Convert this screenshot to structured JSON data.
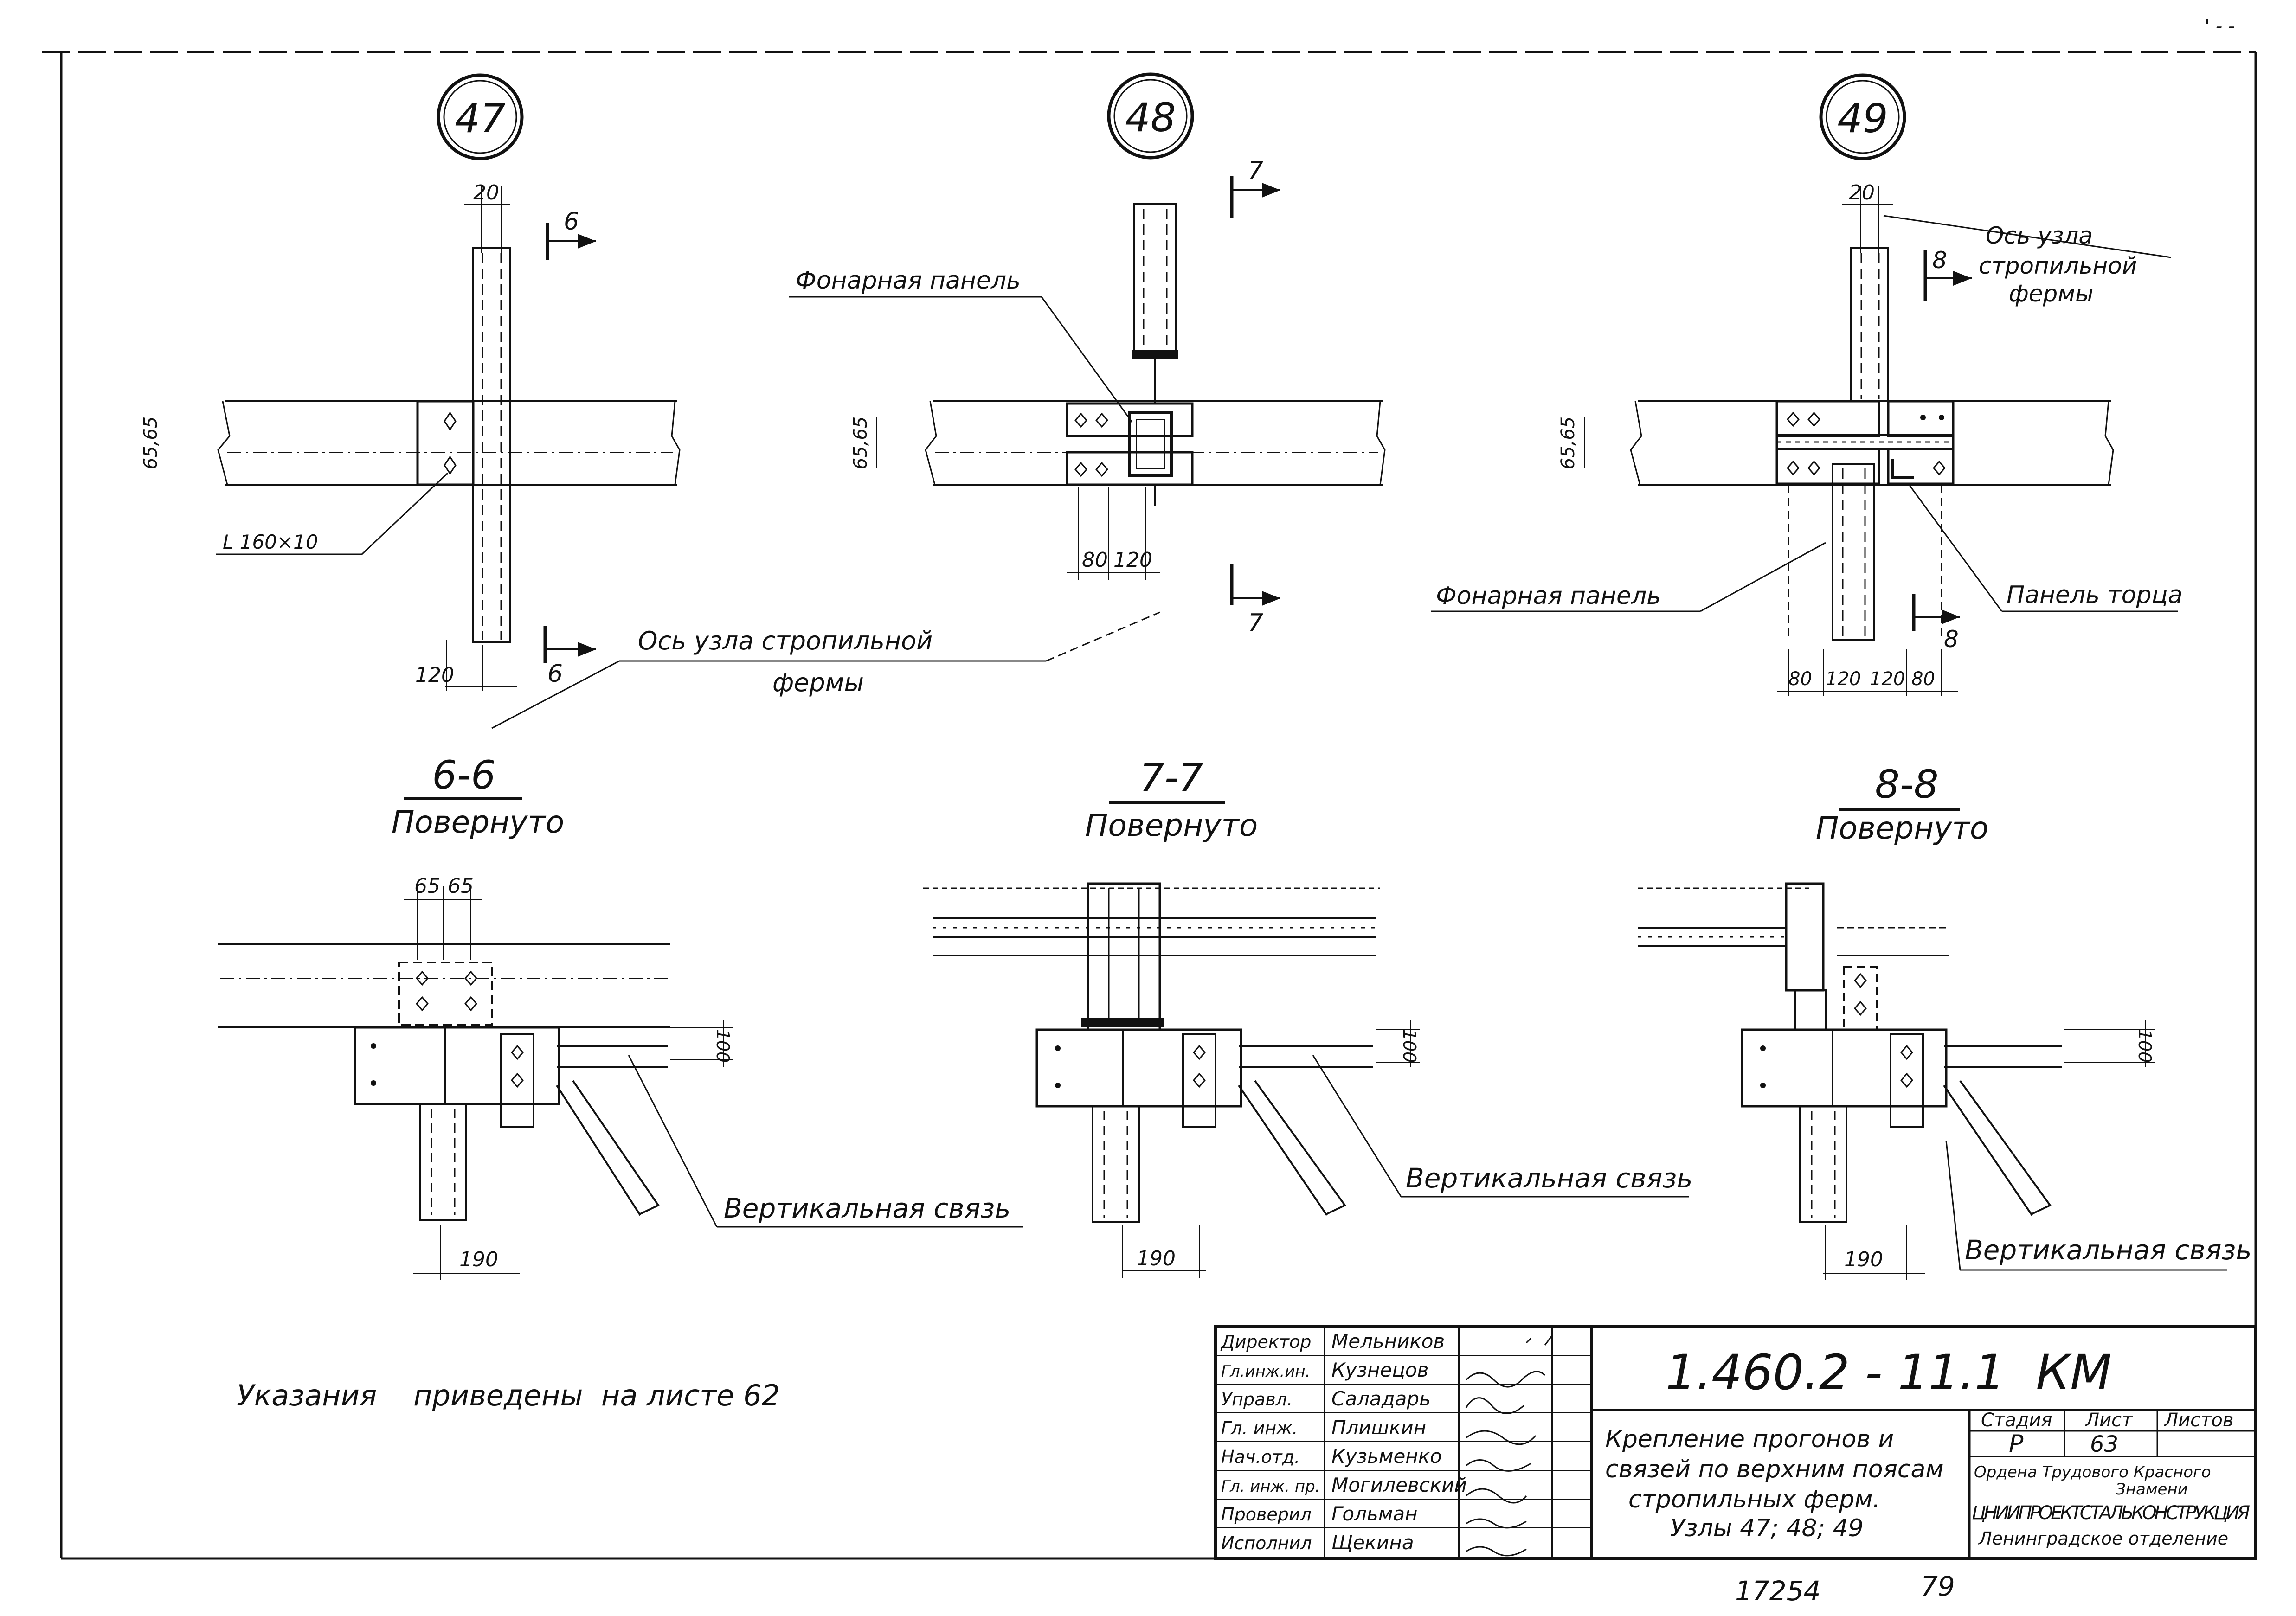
{
  "nodes": [
    {
      "id": "node-47",
      "label": "47",
      "dims": {
        "top": "20",
        "bottom": "120",
        "side": "65,65"
      },
      "angle_label": "L 160×10",
      "section_marks": [
        "6",
        "6"
      ],
      "axis_note": [
        "Ось  узла  стропильной",
        "фермы"
      ]
    },
    {
      "id": "node-48",
      "label": "48",
      "dims": {
        "side": "65,65",
        "bottom_a": "80",
        "bottom_b": "120"
      },
      "panel_label": "Фонарная  панель",
      "section_marks": [
        "7",
        "7"
      ]
    },
    {
      "id": "node-49",
      "label": "49",
      "dims": {
        "top": "20",
        "side": "65,65",
        "bottom": [
          "80",
          "120",
          "120",
          "80"
        ]
      },
      "axis_note": [
        "Ось узла",
        "стропильной",
        "фермы"
      ],
      "panel_label": "Фонарная  панель",
      "end_panel_label": "Панель  торца",
      "section_marks": [
        "8",
        "8"
      ]
    }
  ],
  "sections": [
    {
      "id": "6-6",
      "title": "6-6",
      "subtitle": "Повернуто",
      "dims": {
        "top_a": "65",
        "top_b": "65",
        "side": "100",
        "bottom": "190"
      },
      "brace_label": "Вертикальная  связь"
    },
    {
      "id": "7-7",
      "title": "7-7",
      "subtitle": "Повернуто",
      "dims": {
        "side": "100",
        "bottom": "190"
      },
      "brace_label": "Вертикальная  связь"
    },
    {
      "id": "8-8",
      "title": "8-8",
      "subtitle": "Повернуто",
      "dims": {
        "side": "100",
        "bottom": "190"
      },
      "brace_label": "Вертикальная  связь"
    }
  ],
  "note": "Указания    приведены  на листе 62",
  "title_block": {
    "staff": [
      {
        "role": "Директор",
        "name": "Мельников"
      },
      {
        "role": "Гл.инж.ин.",
        "name": "Кузнецов"
      },
      {
        "role": "Управл.",
        "name": "Саладарь"
      },
      {
        "role": "Гл. инж.",
        "name": "Плишкин"
      },
      {
        "role": "Нач.отд.",
        "name": "Кузьменко"
      },
      {
        "role": "Гл. инж. пр.",
        "name": "Могилевский"
      },
      {
        "role": "Проверил",
        "name": "Гольман"
      },
      {
        "role": "Исполнил",
        "name": "Щекина"
      }
    ],
    "code": "1.460.2 - 11.1  КМ",
    "description": [
      "Крепление прогонов  и",
      "связей  по  верхним поясам",
      "стропильных  ферм.",
      "Узлы  47; 48; 49"
    ],
    "stage_header": "Стадия",
    "sheet_header": "Лист",
    "sheets_header": "Листов",
    "stage": "Р",
    "sheet": "63",
    "org": [
      "Ордена  Трудового Красного",
      "Знамени",
      "ЦНИИПРОЕКТСТАЛЬКОНСТРУКЦИЯ",
      "Ленинградское отделение"
    ]
  },
  "footer": {
    "inv": "17254",
    "page": "79"
  }
}
